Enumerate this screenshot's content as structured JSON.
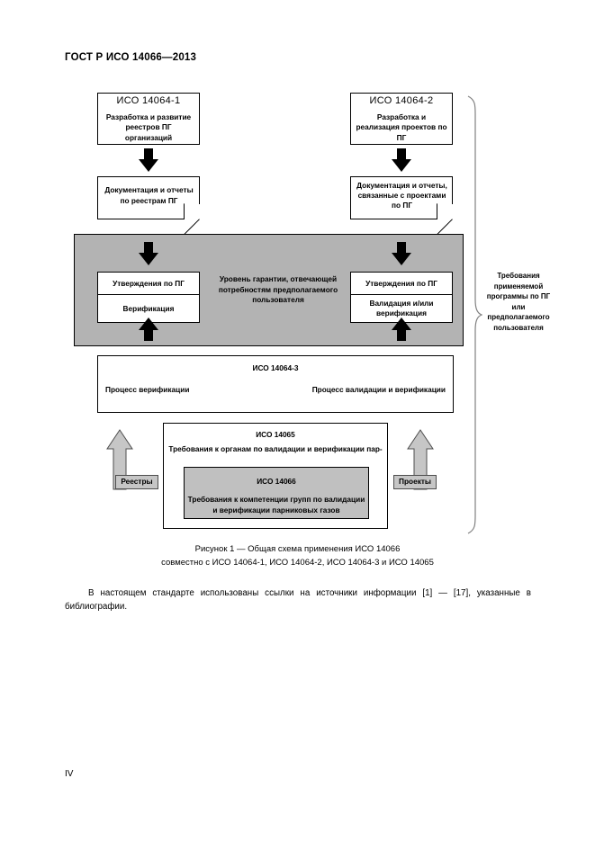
{
  "document": {
    "header": "ГОСТ Р ИСО 14066—2013",
    "page_number": "IV",
    "paragraph": "В настоящем стандарте использованы ссылки на источники информации [1] — [17], указанные в библиографии."
  },
  "figure": {
    "caption_line1": "Рисунок 1 — Общая схема применения ИСО 14066",
    "caption_line2": "совместно с ИСО 14064-1, ИСО 14064-2, ИСО 14064-3 и ИСО 14065",
    "nodes": {
      "iso_14064_1": {
        "title": "ИСО 14064-1",
        "text": "Разработка и развитие реестров ПГ организаций"
      },
      "iso_14064_2": {
        "title": "ИСО 14064-2",
        "text": "Разработка и реализация проектов по ПГ"
      },
      "doc_left": "Документация и отчеты по реестрам ПГ",
      "doc_right": "Документация и отчеты, связанные с проектами по ПГ",
      "stack_left": {
        "cell1": "Утверждения по ПГ",
        "cell2": "Верификация"
      },
      "stack_right": {
        "cell1": "Утверждения по ПГ",
        "cell2": "Валидация и/или верификация"
      },
      "assurance_text": "Уровень гарантии, отвечающей потребностям предполагаемого пользователя",
      "iso_14064_3": {
        "title": "ИСО 14064-3",
        "left": "Процесс верификации",
        "right": "Процесс валидации и верификации"
      },
      "iso_14065": {
        "title": "ИСО 14065",
        "text": "Требования к органам по валидации и верификации пар-"
      },
      "iso_14066": {
        "title": "ИСО 14066",
        "text": "Требования к компетенции групп по валидации и верификации парниковых  газов"
      },
      "tag_left": "Реестры",
      "tag_right": "Проекты",
      "brace_label": "Требования применяемой программы по ПГ или предполагаемого пользователя"
    }
  },
  "colors": {
    "panel_gray": "#b3b3b3",
    "inner_gray": "#c0c0c0",
    "arrow_gray": "#c6c6c6",
    "arrow_black": "#000000",
    "page_background": "#ffffff",
    "text": "#000000"
  }
}
